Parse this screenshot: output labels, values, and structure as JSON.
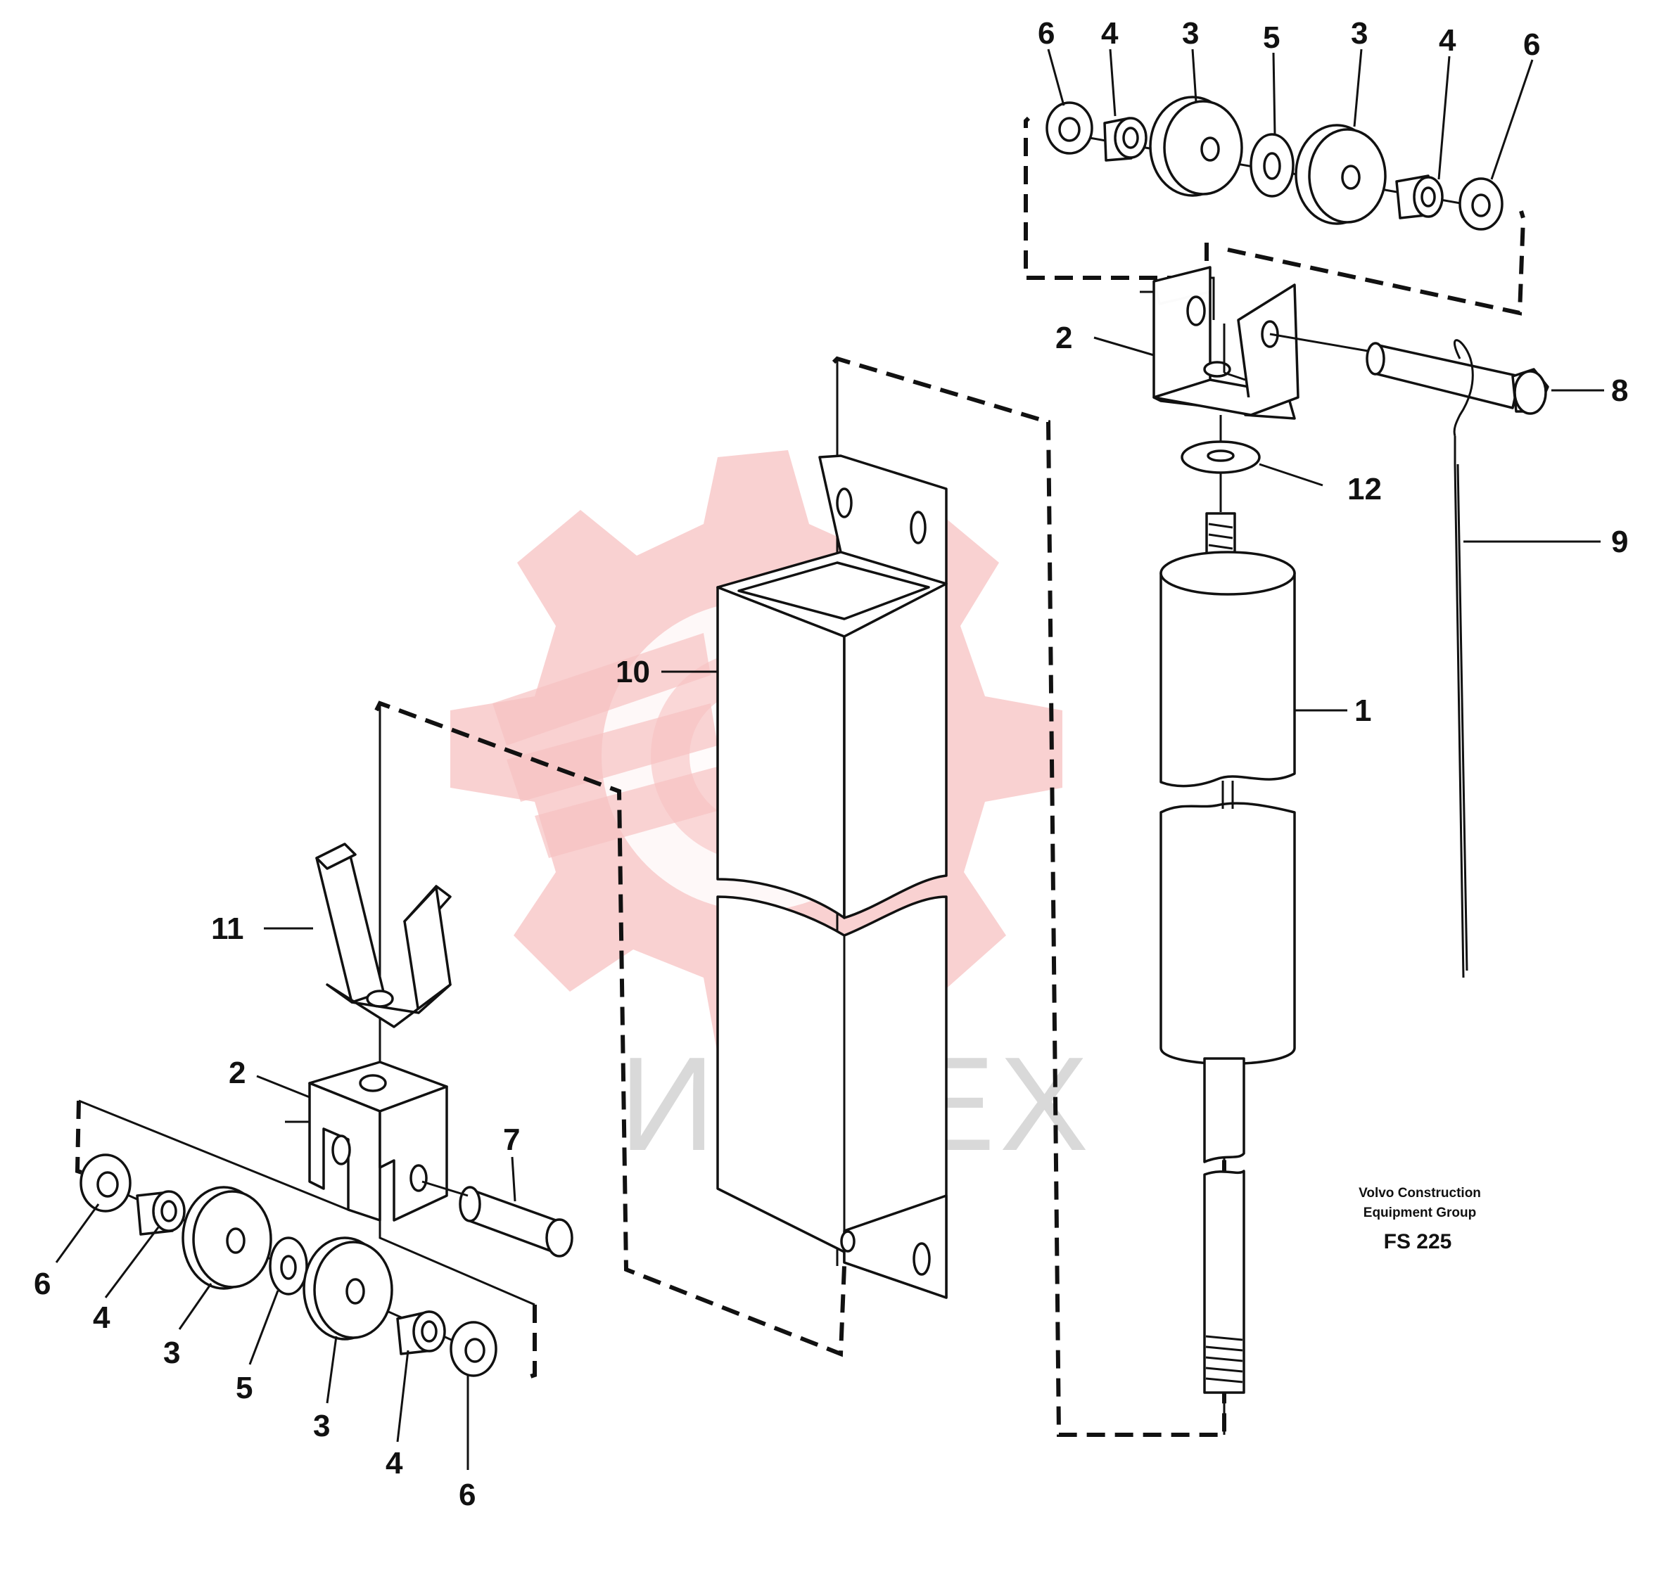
{
  "watermark": {
    "text": "ИНТЕХ",
    "color": "#f4b8b8"
  },
  "brand": {
    "line1": "Volvo Construction",
    "line2": "Equipment Group",
    "code": "FS 225"
  },
  "callouts": {
    "top_6a": "6",
    "top_4a": "4",
    "top_3a": "3",
    "top_5": "5",
    "top_3b": "3",
    "top_4b": "4",
    "top_6b": "6",
    "right_2": "2",
    "right_8": "8",
    "right_12": "12",
    "right_9": "9",
    "right_1": "1",
    "center_10": "10",
    "left_11": "11",
    "left_2": "2",
    "left_7": "7",
    "bot_6a": "6",
    "bot_4a": "4",
    "bot_3a": "3",
    "bot_5": "5",
    "bot_3b": "3",
    "bot_4b": "4",
    "bot_6b": "6"
  }
}
